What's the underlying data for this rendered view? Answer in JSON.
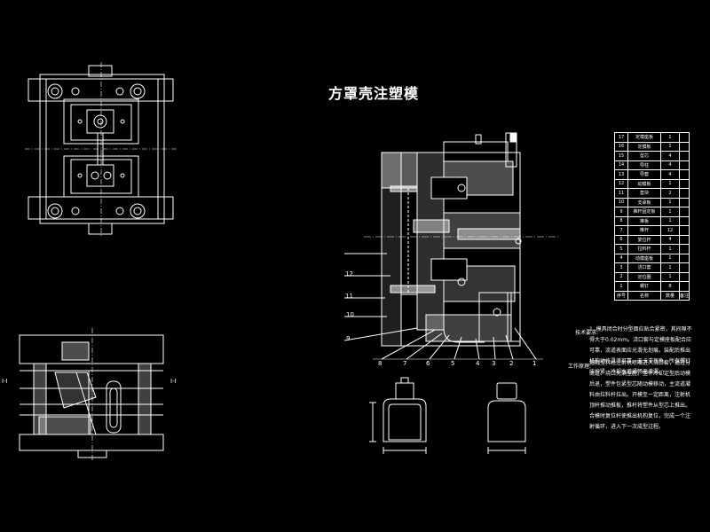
{
  "title": "方罩壳注塑模",
  "part_numbers": [
    "1",
    "2",
    "3",
    "4",
    "5",
    "6",
    "7",
    "8",
    "9",
    "10",
    "11",
    "12"
  ],
  "bom": {
    "rows": [
      [
        "17",
        "定模座板",
        "1",
        ""
      ],
      [
        "16",
        "定模板",
        "1",
        ""
      ],
      [
        "15",
        "型芯",
        "4",
        ""
      ],
      [
        "14",
        "导柱",
        "4",
        ""
      ],
      [
        "13",
        "导套",
        "4",
        ""
      ],
      [
        "12",
        "动模板",
        "1",
        ""
      ],
      [
        "11",
        "垫块",
        "2",
        ""
      ],
      [
        "10",
        "支承板",
        "1",
        ""
      ],
      [
        "9",
        "推杆固定板",
        "1",
        ""
      ],
      [
        "8",
        "推板",
        "1",
        ""
      ],
      [
        "7",
        "推杆",
        "12",
        ""
      ],
      [
        "6",
        "复位杆",
        "4",
        ""
      ],
      [
        "5",
        "拉料杆",
        "1",
        ""
      ],
      [
        "4",
        "动模座板",
        "1",
        ""
      ],
      [
        "3",
        "浇口套",
        "1",
        ""
      ],
      [
        "2",
        "定位圈",
        "1",
        ""
      ],
      [
        "1",
        "螺钉",
        "8",
        ""
      ]
    ],
    "header": [
      "序号",
      "名称",
      "数量",
      "备注"
    ]
  },
  "notes": {
    "tech_label": "技术要求:",
    "tech_text": "1. 模具闭合时分型面应贴合紧密，其间隙不得大于0.02mm。浇口套与定模座板配合应可靠，流道表面应光滑无划痕。装配后推出机构动作灵活可靠，无卡滞现象。所有螺钉应拧紧，冷却水道通畅无渗漏。",
    "work_label": "工作原理:",
    "work_text": "熔融塑料经注射机喷嘴进入浇口套，通过分流道、浇口充满型腔。塑件冷却定型后动模后退，塑件包紧型芯随动模移动，主流道凝料由拉料杆拉出。开模至一定距离，注射机顶杆推动推板，推杆将塑件从型芯上推出。合模时复位杆使推出机构复位，完成一个注射循环，进入下一次成型过程。"
  },
  "section_labels": [
    "I-I",
    "I-I"
  ]
}
